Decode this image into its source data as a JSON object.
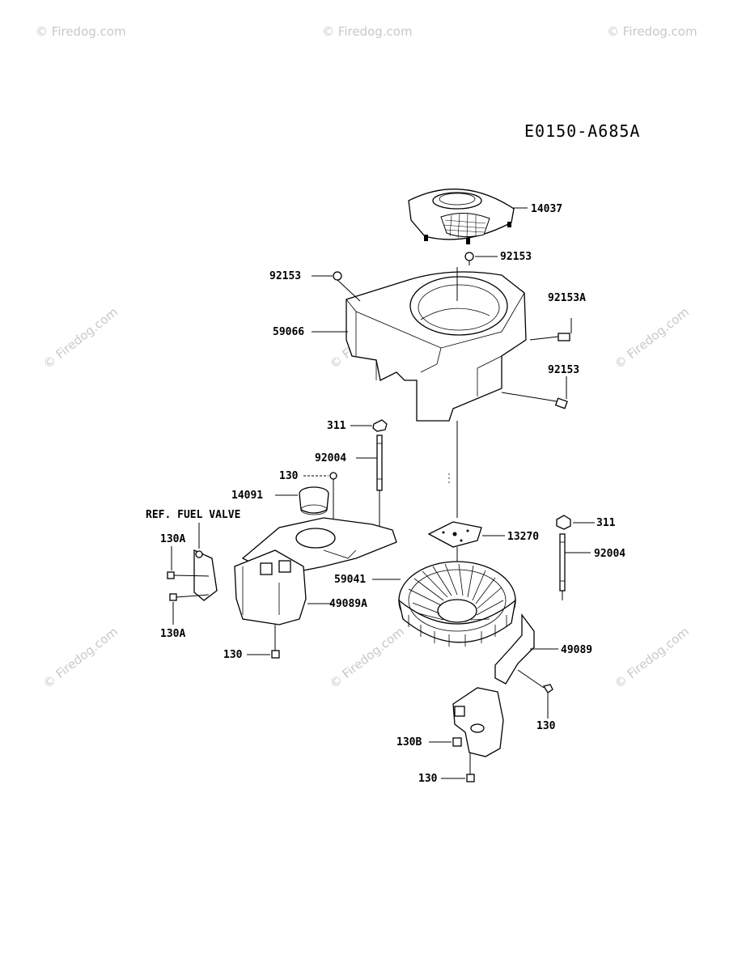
{
  "diagram_code": "E0150-A685A",
  "watermark": {
    "symbol": "©",
    "text": "Firedog.com"
  },
  "callouts": {
    "p14037": "14037",
    "p92153_top": "92153",
    "p92153_left": "92153",
    "p92153A": "92153A",
    "p59066": "59066",
    "p92153_right": "92153",
    "p311_left": "311",
    "p92004_left": "92004",
    "p130_stud": "130",
    "p14091": "14091",
    "ref_fuel_valve": "REF. FUEL VALVE",
    "p130A_top": "130A",
    "p130A_bottom": "130A",
    "p49089A": "49089A",
    "p130_left": "130",
    "p13270": "13270",
    "p311_right": "311",
    "p92004_right": "92004",
    "p59041": "59041",
    "p49089": "49089",
    "p130_right": "130",
    "p130B": "130B",
    "p130_bottom": "130"
  }
}
